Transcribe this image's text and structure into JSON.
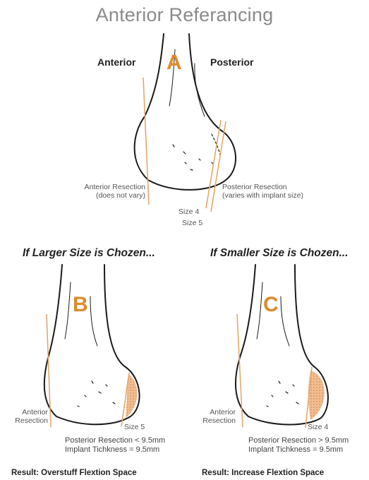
{
  "title": "Anterior Referancing",
  "diagram_a": {
    "letter": "A",
    "anterior_label": "Anterior",
    "posterior_label": "Posterior",
    "anterior_resection": [
      "Anterior Resection",
      "(does not vary)"
    ],
    "posterior_resection": [
      "Posterior Resection",
      "(varies with implant size)"
    ],
    "size4": "Size 4",
    "size5": "Size 5"
  },
  "diagram_b": {
    "heading": "If Larger Size is Chozen...",
    "letter": "B",
    "anterior_resection": [
      "Anterior",
      "Resection"
    ],
    "size": "Size 5",
    "notes": [
      "Posterior Resection < 9.5mm",
      "Implant Tichkness = 9.5mm"
    ],
    "result": "Result: Overstuff Flextion Space"
  },
  "diagram_c": {
    "heading": "If Smaller Size is Chozen...",
    "letter": "C",
    "anterior_resection": [
      "Anterior",
      "Resection"
    ],
    "size": "Size 4",
    "notes": [
      "Posterior Resection > 9.5mm",
      "Implant Tichkness = 9.5mm"
    ],
    "result": "Result: Increase Flextion Space"
  },
  "colors": {
    "accent": "#e08a2c",
    "cut_line": "#e3a86a",
    "shade": "#f0b888",
    "bone_outline": "#1a1a1a"
  }
}
